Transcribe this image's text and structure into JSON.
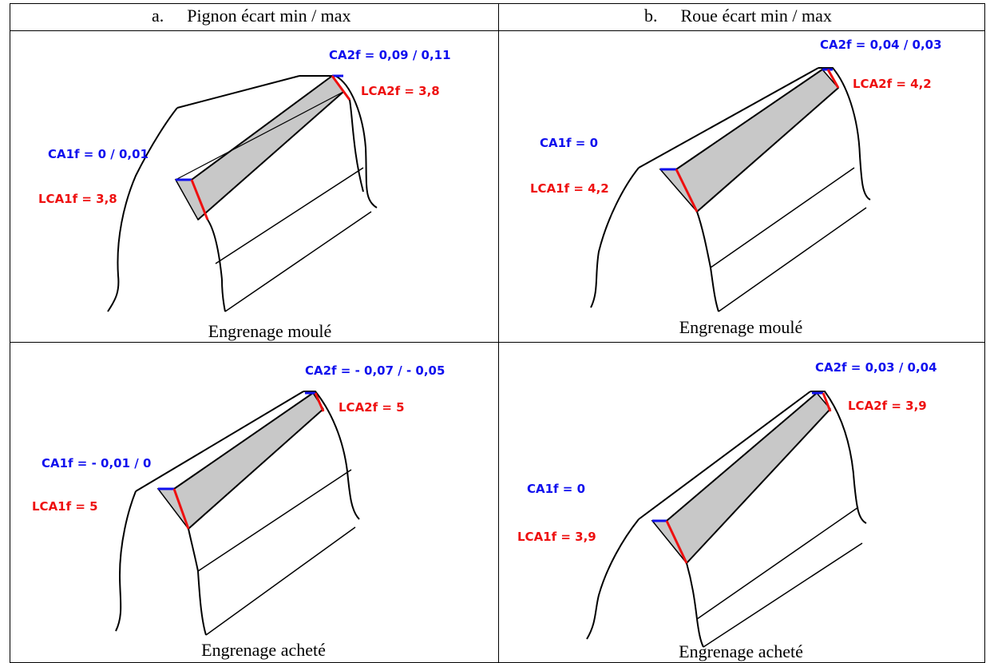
{
  "headers": {
    "left_letter": "a.",
    "left_title": "Pignon écart min / max",
    "right_letter": "b.",
    "right_title": "Roue écart min / max"
  },
  "panels": [
    {
      "caption": "Engrenage moulé",
      "ca1": "CA1f =  0 / 0,01",
      "lca1": "LCA1f = 3,8",
      "ca2": "CA2f =  0,09 / 0,11",
      "lca2": "LCA2f = 3,8"
    },
    {
      "caption": "Engrenage moulé",
      "ca1": "CA1f = 0",
      "lca1": "LCA1f = 4,2",
      "ca2": "CA2f =  0,04 / 0,03",
      "lca2": "LCA2f = 4,2"
    },
    {
      "caption": "Engrenage acheté",
      "ca1": "CA1f = - 0,01 / 0",
      "lca1": "LCA1f = 5",
      "ca2": "CA2f =  - 0,07 / - 0,05",
      "lca2": "LCA2f = 5"
    },
    {
      "caption": "Engrenage acheté",
      "ca1": "CA1f = 0",
      "lca1": "LCA1f = 3,9",
      "ca2": "CA2f =  0,03 / 0,04",
      "lca2": "LCA2f = 3,9"
    }
  ],
  "colors": {
    "blue": "#1010ee",
    "red": "#ee1010",
    "shade": "#c8c8c8"
  }
}
